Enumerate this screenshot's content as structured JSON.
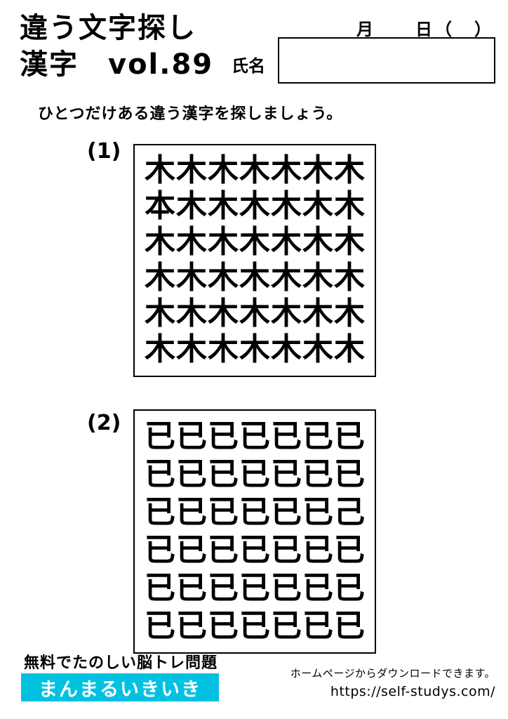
{
  "header": {
    "title_line1": "違う文字探し",
    "title_line2": "漢字　vol.89",
    "date_label": "月　　日（　）",
    "name_label": "氏名"
  },
  "instruction": "ひとつだけある違う漢字を探しましょう。",
  "puzzles": [
    {
      "label": "(1)",
      "base_char": "木",
      "odd_char": "本",
      "odd_position": "row 2, column 1",
      "rows": [
        "木木木木木木木",
        "本木木木木木木",
        "木木木木木木木",
        "木木木木木木木",
        "木木木木木木木",
        "木木木木木木木"
      ]
    },
    {
      "label": "(2)",
      "base_char": "已",
      "odd_char": "己",
      "odd_position": "row 3, column 7",
      "rows": [
        "已已已已已已已",
        "已已已已已已已",
        "已已已已已已己",
        "已已已已已已已",
        "已已已已已已已",
        "已已已已已已已"
      ]
    }
  ],
  "footer": {
    "tagline": "無料でたのしい脳トレ問題",
    "brand": "まんまるいきいき",
    "brand_bg": "#00c2e0",
    "download_note": "ホームページからダウンロードできます。",
    "url": "https://self-studys.com/"
  }
}
